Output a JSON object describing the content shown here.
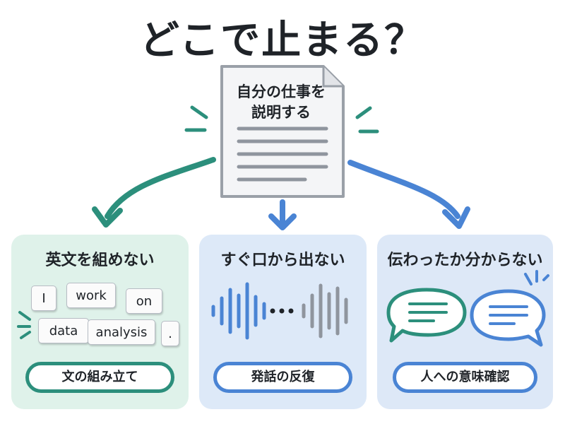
{
  "title": "どこで止まる？",
  "document": {
    "line1": "自分の仕事を",
    "line2": "説明する"
  },
  "panels": [
    {
      "title": "英文を組めない",
      "words": [
        "I",
        "work",
        "on",
        "data",
        "analysis",
        "."
      ],
      "pill": "文の組み立て"
    },
    {
      "title": "すぐ口から出ない",
      "pill": "発話の反復"
    },
    {
      "title": "伝わったか分からない",
      "pill": "人への意味確認"
    }
  ],
  "colors": {
    "teal": "#2c8f7c",
    "blue": "#4a84d4",
    "gray": "#8f959e",
    "dark": "#1f2328"
  },
  "icons": [
    "document-icon",
    "arrow-icon",
    "sound-wave-icon",
    "ellipsis-icon",
    "speech-bubble-icon",
    "spark-icon"
  ]
}
